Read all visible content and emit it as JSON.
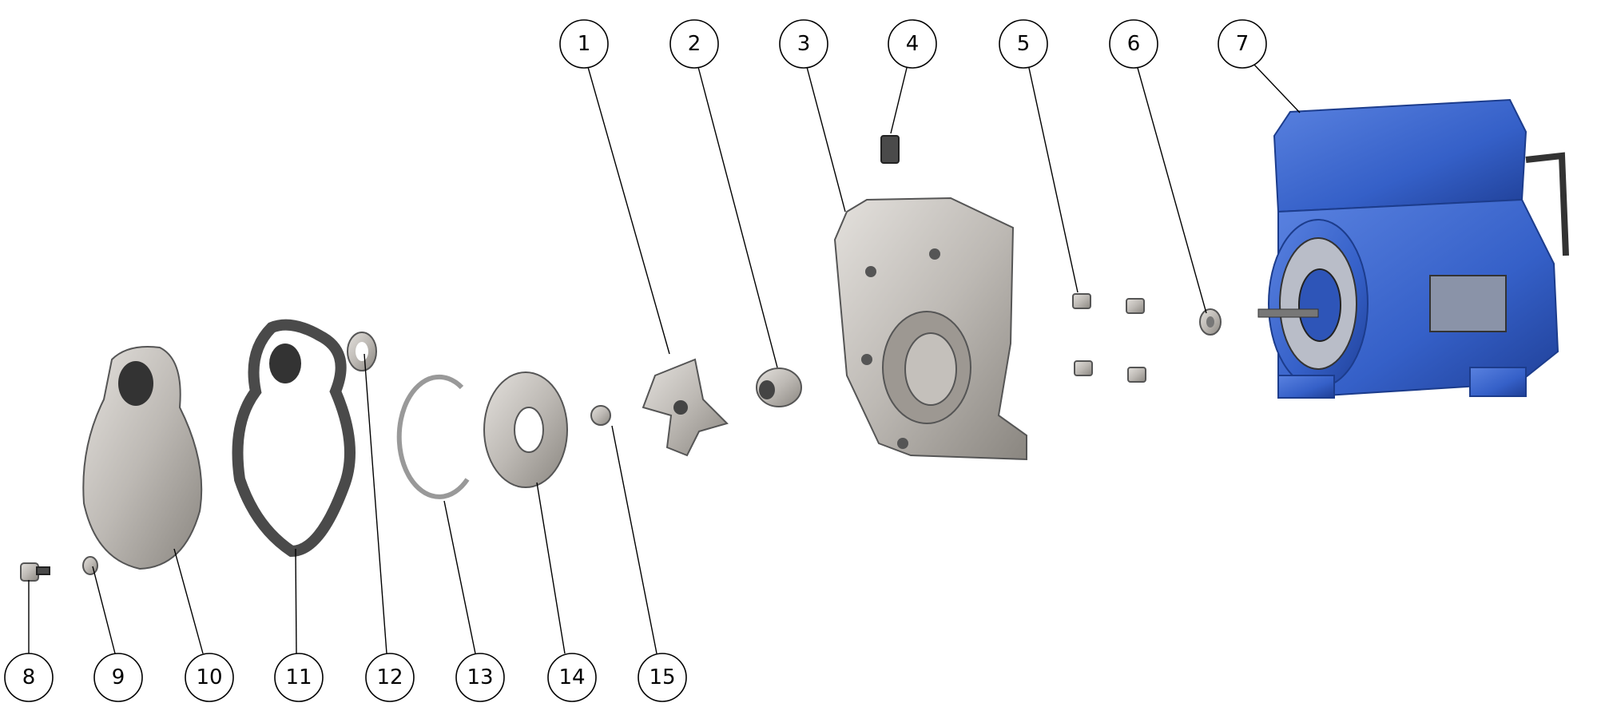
{
  "title": "Pump exploded view",
  "balloons": [
    "1",
    "2",
    "3",
    "4",
    "5",
    "6",
    "7",
    "8",
    "9",
    "10",
    "11",
    "12",
    "13",
    "14",
    "15"
  ],
  "colors": {
    "motor": "#3a62c8",
    "metal": "#c8c4bf",
    "gasket": "#4a4a4a"
  }
}
